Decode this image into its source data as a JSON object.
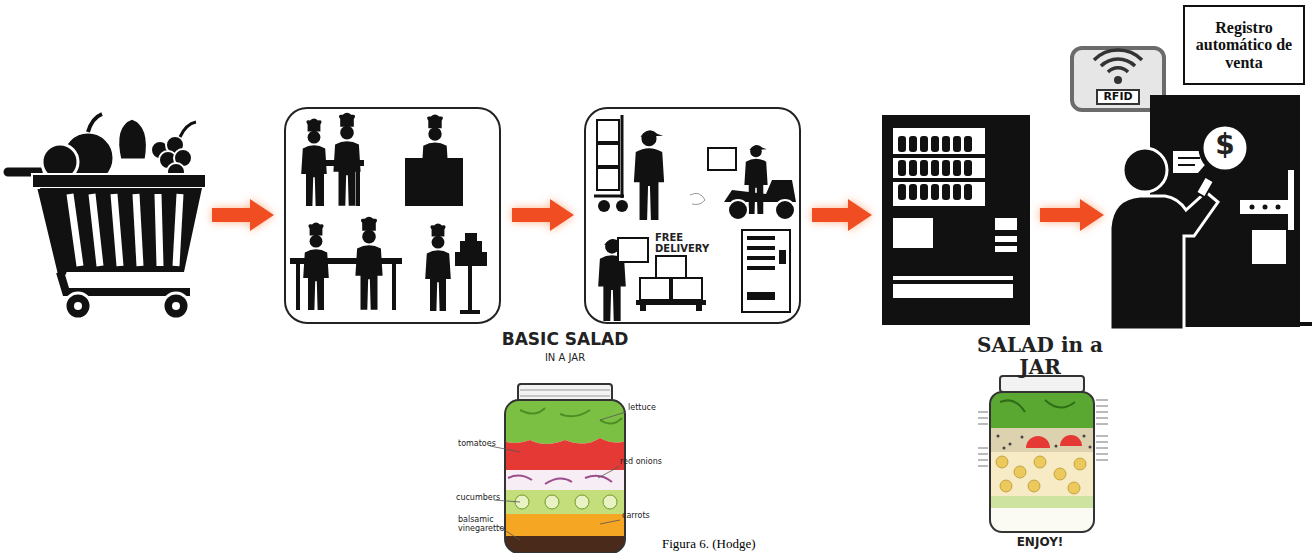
{
  "diagram": {
    "caption": "Figura 6. (Hodge)",
    "nodes": [
      {
        "text": [
          "RFID"
        ]
      },
      {
        "text": [
          "Registro automático de venta"
        ]
      }
    ],
    "labels": [
      "FREE DELIVERY",
      "$",
      "BASIC SALAD",
      "IN A JAR",
      "lettuce",
      "tomatoes",
      "red onions",
      "cucumbers",
      "carrots",
      "balsamic vinegarette",
      "SALAD in a JAR",
      "ENJOY!"
    ]
  }
}
